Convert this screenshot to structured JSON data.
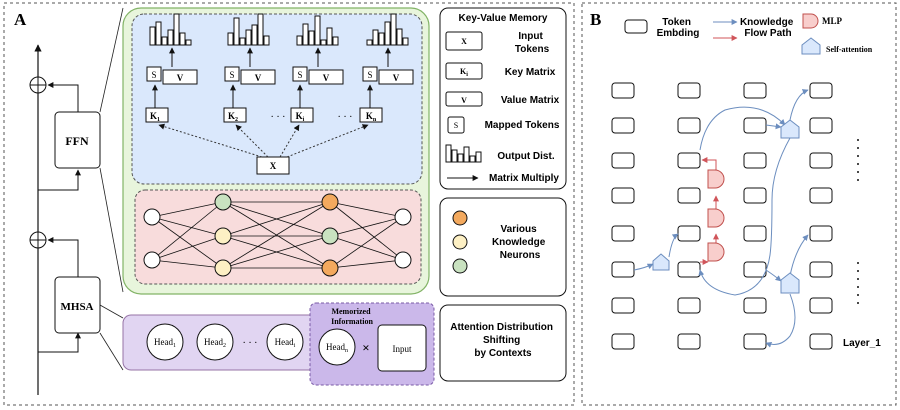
{
  "panel_a": {
    "letter": "A",
    "ffn_label": "FFN",
    "mhsa_label": "MHSA",
    "key_labels": [
      {
        "base": "K",
        "sub": "1"
      },
      {
        "base": "K",
        "sub": "2"
      },
      {
        "base": "K",
        "sub": "i"
      },
      {
        "base": "K",
        "sub": "n"
      }
    ],
    "value_label": "V",
    "mapped_label": "S",
    "input_token_label": "X",
    "ellipsis": "· · ·",
    "heads": [
      {
        "base": "Head",
        "sub": "1"
      },
      {
        "base": "Head",
        "sub": "2"
      },
      {
        "base": "Head",
        "sub": "i"
      },
      {
        "base": "Head",
        "sub": "n"
      }
    ],
    "memorized_info": [
      "Memorized",
      "Information"
    ],
    "multiply_symbol": "×",
    "input_box": "Input",
    "legend": {
      "title": "Key-Value Memory",
      "input_tokens": [
        "Input",
        "Tokens"
      ],
      "key_matrix": "Key Matrix",
      "value_matrix": "Value Matrix",
      "mapped_tokens": "Mapped Tokens",
      "output_dist": "Output Dist.",
      "matrix_multiply": "Matrix Multiply",
      "key_symbol": {
        "base": "K",
        "sub": "i"
      },
      "value_symbol": "V",
      "mapped_symbol": "S",
      "input_symbol": "X"
    },
    "neurons_legend": [
      "Various",
      "Knowledge",
      "Neurons"
    ],
    "attention_caption": [
      "Attention Distribution",
      "Shifting",
      "by Contexts"
    ],
    "colors": {
      "ffn_bg": "#e8f5dc",
      "ffn_border": "#82b366",
      "kv_bg": "#dae8fc",
      "nn_bg": "#f8dcdc",
      "head_bg": "#e1d5f2",
      "neuron_orange": "#f3a95e",
      "neuron_yellow": "#fdf0c4",
      "neuron_green": "#c9e2c0"
    }
  },
  "panel_b": {
    "letter": "B",
    "legend": {
      "token": [
        "Token",
        "Embding"
      ],
      "flow": [
        "Knowledge",
        "Flow Path"
      ],
      "mlp": "MLP",
      "attn": "Self-attention"
    },
    "layer_label": "Layer_1",
    "colors": {
      "blue_flow": "#6c8ebf",
      "red_flow": "#d0555a",
      "mlp_fill": "#f8cecc",
      "mlp_stroke": "#c0504d",
      "attn_fill": "#dae8fc",
      "attn_stroke": "#6c8ebf"
    }
  }
}
